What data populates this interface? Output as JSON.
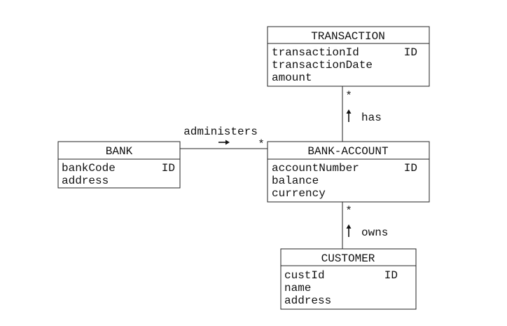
{
  "entities": {
    "transaction": {
      "name": "TRANSACTION",
      "attrs": [
        {
          "name": "transactionId",
          "key": "ID"
        },
        {
          "name": "transactionDate",
          "key": ""
        },
        {
          "name": "amount",
          "key": ""
        }
      ]
    },
    "bank": {
      "name": "BANK",
      "attrs": [
        {
          "name": "bankCode",
          "key": "ID"
        },
        {
          "name": "address",
          "key": ""
        }
      ]
    },
    "bank_account": {
      "name": "BANK-ACCOUNT",
      "attrs": [
        {
          "name": "accountNumber",
          "key": "ID"
        },
        {
          "name": "balance",
          "key": ""
        },
        {
          "name": "currency",
          "key": ""
        }
      ]
    },
    "customer": {
      "name": "CUSTOMER",
      "attrs": [
        {
          "name": "custId",
          "key": "ID"
        },
        {
          "name": "name",
          "key": ""
        },
        {
          "name": "address",
          "key": ""
        }
      ]
    }
  },
  "relations": {
    "administers": {
      "label": "administers",
      "multiplicity": "*",
      "direction": "right"
    },
    "has": {
      "label": "has",
      "multiplicity": "*",
      "direction": "up"
    },
    "owns": {
      "label": "owns",
      "multiplicity": "*",
      "direction": "up"
    }
  }
}
